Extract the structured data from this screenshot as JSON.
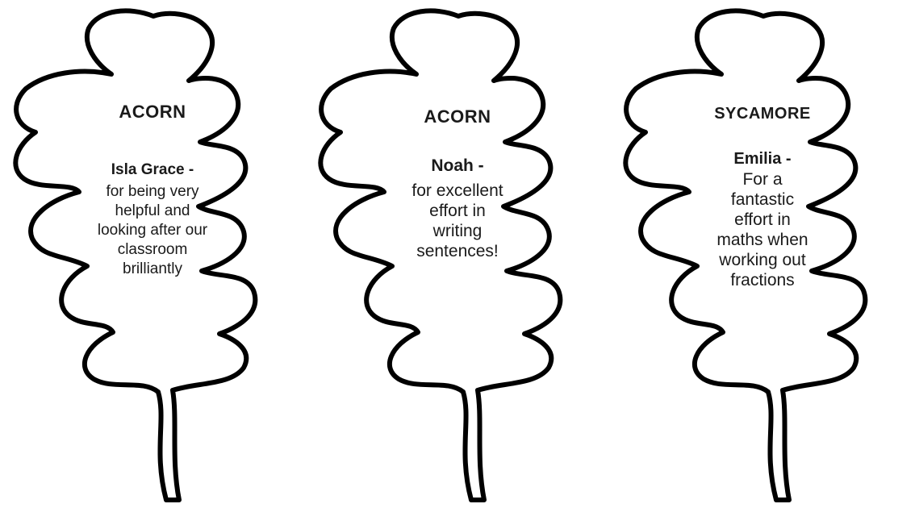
{
  "cards": [
    {
      "class_name": "ACORN",
      "pupil": "Isla Grace -",
      "reason_lines": [
        "for being very",
        "helpful and",
        "looking after our",
        "classroom",
        "brilliantly"
      ]
    },
    {
      "class_name": "ACORN",
      "pupil": "Noah  -",
      "reason_lines": [
        "for excellent",
        "effort in",
        "writing",
        "sentences!"
      ]
    },
    {
      "class_name": "SYCAMORE",
      "pupil": "Emilia -",
      "reason_lines": [
        "For a",
        "fantastic",
        "effort in",
        "maths when",
        "working out",
        "fractions"
      ]
    }
  ]
}
